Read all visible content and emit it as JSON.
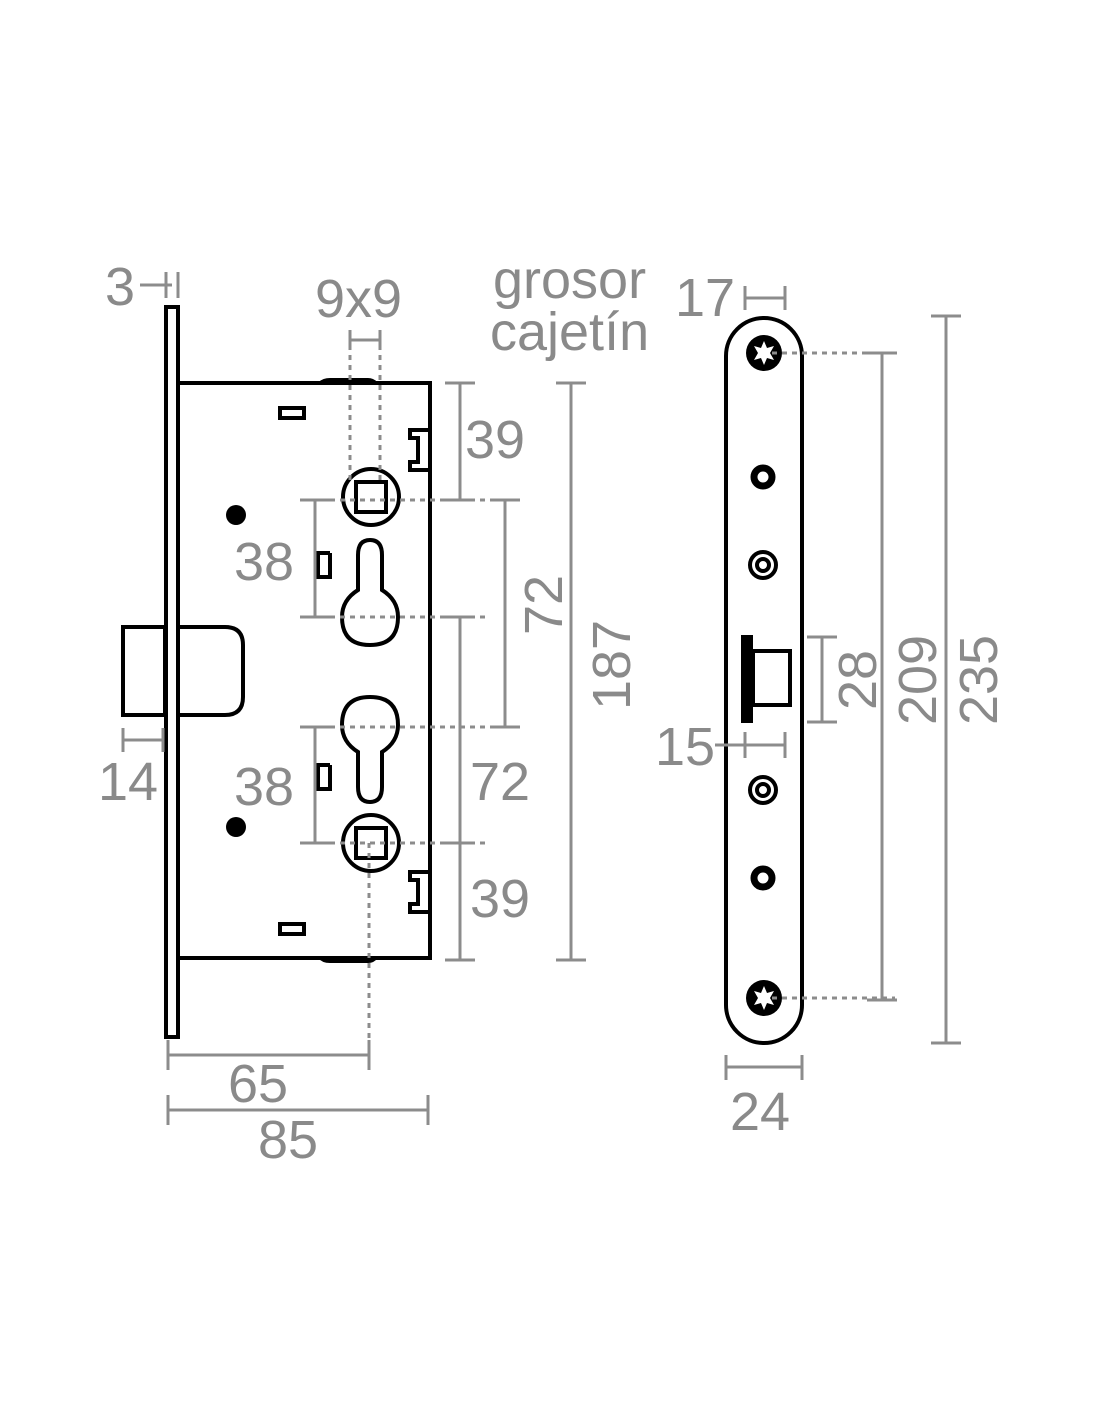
{
  "colors": {
    "outline": "#000000",
    "dimension": "#8a8a8a"
  },
  "lock_body": {
    "labels": {
      "faceplate_thickness": "3",
      "follower_square": "9x9",
      "top_to_follower": "39",
      "follower_to_cylinder_top": "38",
      "follower_to_cylinder_top_lower": "38",
      "center_distance_top": "72",
      "center_distance_lower": "72",
      "body_height": "187",
      "latch_projection": "14",
      "bottom_to_follower": "39",
      "backset": "65",
      "body_depth": "85"
    }
  },
  "strike_plate": {
    "labels": {
      "box_depth_line1": "grosor",
      "box_depth_line2": "cajetín",
      "box_depth": "17",
      "opening_height": "28",
      "opening_width": "15",
      "screw_distance": "209",
      "plate_height": "235",
      "plate_width": "24"
    }
  }
}
